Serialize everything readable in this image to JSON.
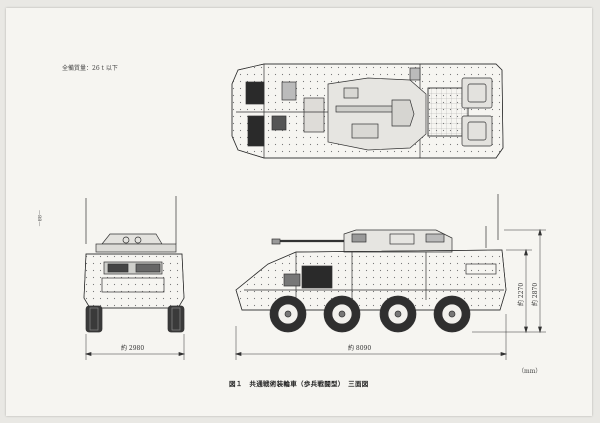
{
  "header_note": "全備質量：26 t 以下",
  "page_number": "—88—",
  "dimensions": {
    "width": "約 2980",
    "length": "約 8090",
    "height_hull": "約 2270",
    "height_total": "約 2870"
  },
  "unit": "（mm）",
  "caption": "図１　共通戦術装輪車（歩兵戦闘型）　三面図"
}
